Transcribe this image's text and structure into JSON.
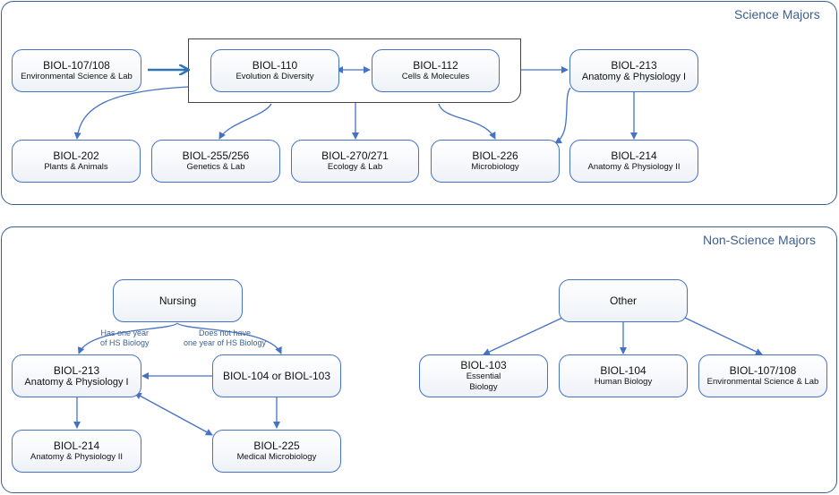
{
  "science": {
    "title": "Science Majors",
    "nodes": {
      "biol107": {
        "code": "BIOL-107/108",
        "name": "Environmental Science & Lab"
      },
      "biol110": {
        "code": "BIOL-110",
        "name": "Evolution & Diversity"
      },
      "biol112": {
        "code": "BIOL-112",
        "name": "Cells & Molecules"
      },
      "biol213": {
        "code": "BIOL-213",
        "name": "Anatomy & Physiology I"
      },
      "biol202": {
        "code": "BIOL-202",
        "name": "Plants & Animals"
      },
      "biol255": {
        "code": "BIOL-255/256",
        "name": "Genetics & Lab"
      },
      "biol270": {
        "code": "BIOL-270/271",
        "name": "Ecology & Lab"
      },
      "biol226": {
        "code": "BIOL-226",
        "name": "Microbiology"
      },
      "biol214": {
        "code": "BIOL-214",
        "name": "Anatomy & Physiology II"
      }
    }
  },
  "nonscience": {
    "title": "Non-Science Majors",
    "nodes": {
      "nursing": {
        "label": "Nursing"
      },
      "biol213": {
        "code": "BIOL-213",
        "name": "Anatomy & Physiology I"
      },
      "biol104or103": {
        "label": "BIOL-104 or BIOL-103"
      },
      "biol214": {
        "code": "BIOL-214",
        "name": "Anatomy & Physiology II"
      },
      "biol225": {
        "code": "BIOL-225",
        "name": "Medical Microbiology"
      },
      "other": {
        "label": "Other"
      },
      "biol103": {
        "code": "BIOL-103",
        "name_line1": "Essential",
        "name_line2": "Biology"
      },
      "biol104": {
        "code": "BIOL-104",
        "name": "Human Biology"
      },
      "biol107": {
        "code": "BIOL-107/108",
        "name": "Environmental Science & Lab"
      }
    },
    "edge_labels": {
      "has_hs": {
        "line1": "Has one year",
        "line2": "of HS Biology"
      },
      "no_hs": {
        "line1": "Does not have",
        "line2": "one year of HS Biology"
      }
    }
  },
  "colors": {
    "border": "#3b5f8f",
    "node_border": "#4472c4",
    "arrow": "#4472c4",
    "arrow_bold": "#2e75b6"
  }
}
